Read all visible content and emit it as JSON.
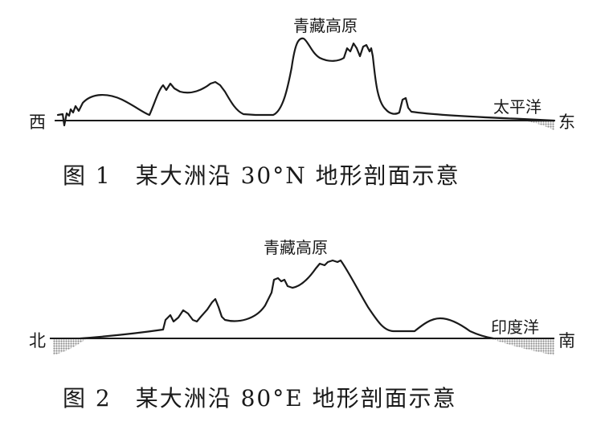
{
  "figure1": {
    "caption": "图 1　某大洲沿 30°N 地形剖面示意",
    "label_plateau": "青藏高原",
    "label_ocean": "太平洋",
    "dir_left": "西",
    "dir_right": "东"
  },
  "figure2": {
    "caption": "图 2　某大洲沿 80°E 地形剖面示意",
    "label_plateau": "青藏高原",
    "label_ocean": "印度洋",
    "dir_left": "北",
    "dir_right": "南"
  },
  "colors": {
    "line": "#1a1a1a",
    "ocean_fill": "#9a9a9a"
  }
}
